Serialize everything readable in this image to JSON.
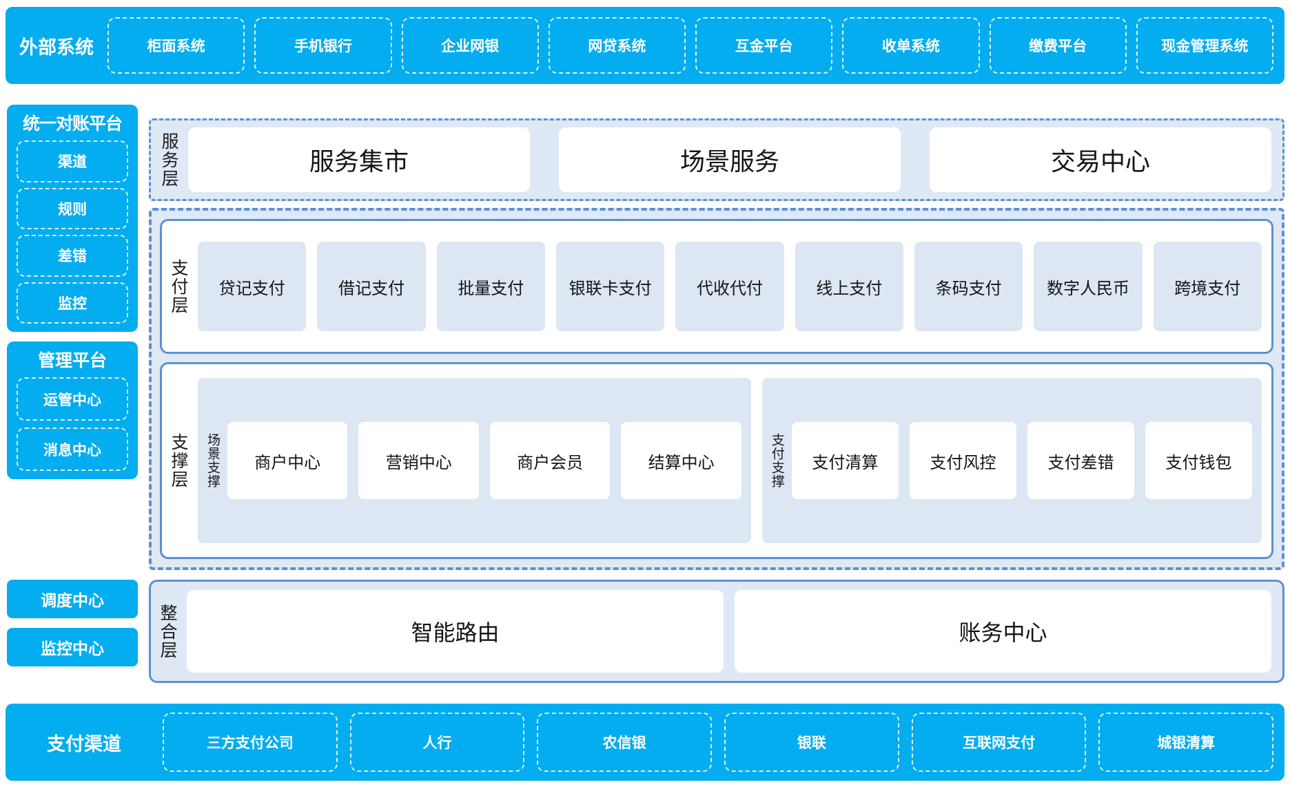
{
  "colors": {
    "brand_cyan": "#03adef",
    "panel_blue_fill": "#dfe8f5",
    "panel_blue_border": "#5b91d4",
    "card_blue_fill": "#dde7f3",
    "white": "#ffffff"
  },
  "external_systems": {
    "title": "外部系统",
    "items": [
      {
        "label": "柜面系统"
      },
      {
        "label": "手机银行"
      },
      {
        "label": "企业网银"
      },
      {
        "label": "网贷系统"
      },
      {
        "label": "互金平台"
      },
      {
        "label": "收单系统"
      },
      {
        "label": "缴费平台"
      },
      {
        "label": "现金管理系统"
      }
    ]
  },
  "sidebar": {
    "recon_platform": {
      "title": "统一对账平台",
      "items": [
        {
          "label": "渠道"
        },
        {
          "label": "规则"
        },
        {
          "label": "差错"
        },
        {
          "label": "监控"
        }
      ]
    },
    "manage_platform": {
      "title": "管理平台",
      "items": [
        {
          "label": "运管中心"
        },
        {
          "label": "消息中心"
        }
      ]
    },
    "standalone": [
      {
        "label": "调度中心"
      },
      {
        "label": "监控中心"
      }
    ]
  },
  "service_layer": {
    "label": "服务层",
    "items": [
      {
        "label": "服务集市"
      },
      {
        "label": "场景服务"
      },
      {
        "label": "交易中心"
      }
    ]
  },
  "payment_layer": {
    "label": "支付层",
    "items": [
      {
        "label": "贷记支付"
      },
      {
        "label": "借记支付"
      },
      {
        "label": "批量支付"
      },
      {
        "label": "银联卡支付"
      },
      {
        "label": "代收代付"
      },
      {
        "label": "线上支付"
      },
      {
        "label": "条码支付"
      },
      {
        "label": "数字人民币"
      },
      {
        "label": "跨境支付"
      }
    ]
  },
  "support_layer": {
    "label": "支撑层",
    "groups": [
      {
        "label": "场景支撑",
        "items": [
          {
            "label": "商户中心"
          },
          {
            "label": "营销中心"
          },
          {
            "label": "商户会员"
          },
          {
            "label": "结算中心"
          }
        ]
      },
      {
        "label": "支付支撑",
        "items": [
          {
            "label": "支付清算"
          },
          {
            "label": "支付风控"
          },
          {
            "label": "支付差错"
          },
          {
            "label": "支付钱包"
          }
        ]
      }
    ]
  },
  "integration_layer": {
    "label": "整合层",
    "items": [
      {
        "label": "智能路由"
      },
      {
        "label": "账务中心"
      }
    ]
  },
  "payment_channels": {
    "title": "支付渠道",
    "items": [
      {
        "label": "三方支付公司"
      },
      {
        "label": "人行"
      },
      {
        "label": "农信银"
      },
      {
        "label": "银联"
      },
      {
        "label": "互联网支付"
      },
      {
        "label": "城银清算"
      }
    ]
  }
}
